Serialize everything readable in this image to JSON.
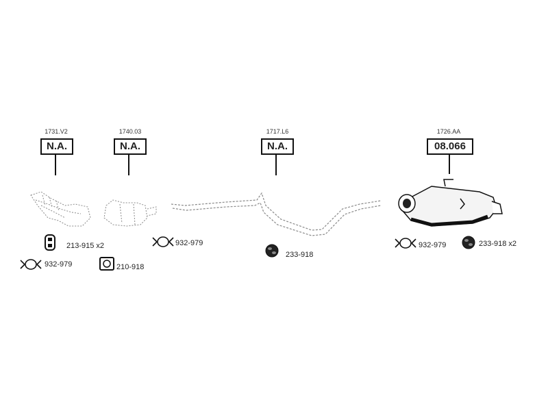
{
  "parts": [
    {
      "code": "1731.V2",
      "label": "N.A."
    },
    {
      "code": "1740.03",
      "label": "N.A."
    },
    {
      "code": "1717.L6",
      "label": "N.A."
    },
    {
      "code": "1726.AA",
      "label": "08.066"
    }
  ],
  "accessories": [
    {
      "text": "213-915 x2",
      "icon": "rubber-hanger-icon"
    },
    {
      "text": "932-979",
      "icon": "clamp-icon"
    },
    {
      "text": "210-918",
      "icon": "gasket-icon"
    },
    {
      "text": "932-979",
      "icon": "clamp-icon"
    },
    {
      "text": "233-918",
      "icon": "rubber-ring-icon"
    },
    {
      "text": "932-979",
      "icon": "clamp-icon"
    },
    {
      "text": "233-918 x2",
      "icon": "rubber-ring-icon"
    }
  ]
}
